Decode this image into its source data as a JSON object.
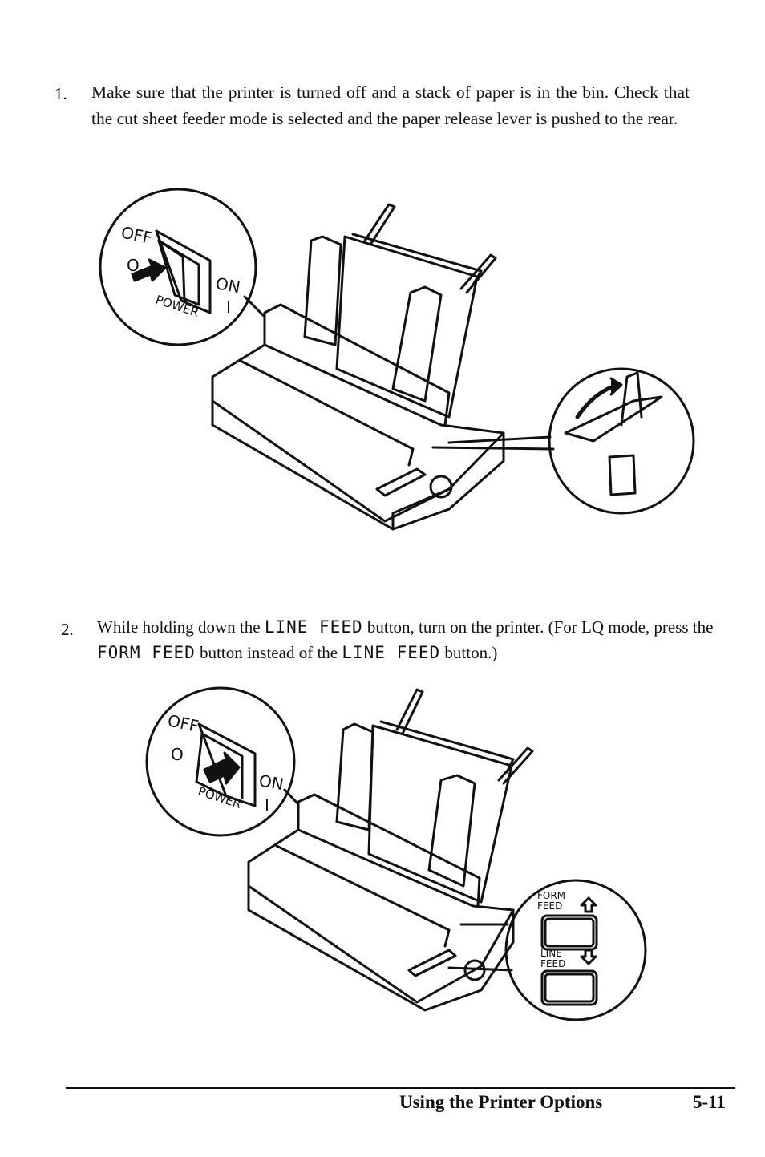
{
  "steps": [
    {
      "number": "1.",
      "text": "Make sure that the printer is turned off and a stack of paper is in the bin. Check that the cut sheet feeder mode is selected and the paper release lever is pushed to the rear."
    },
    {
      "number": "2.",
      "text_a": "While holding down the",
      "key_a": "LINE FEED",
      "text_b": "button, turn on the printer. (For LQ mode, press the",
      "key_b": "FORM FEED",
      "text_c": "button instead of the",
      "key_c": "LINE FEED",
      "text_d": "button.)"
    }
  ],
  "figure1": {
    "switch_off": "OFF",
    "switch_off_symbol": "O",
    "switch_on": "ON",
    "switch_on_symbol": "I",
    "switch_label": "POWER"
  },
  "figure2": {
    "switch_off": "OFF",
    "switch_off_symbol": "O",
    "switch_on": "ON",
    "switch_on_symbol": "I",
    "switch_label": "POWER",
    "form_feed_line1": "FORM",
    "form_feed_line2": "FEED",
    "line_feed_line1": "LINE",
    "line_feed_line2": "FEED"
  },
  "footer": {
    "section_title": "Using the Printer Options",
    "page_number": "5-11"
  }
}
